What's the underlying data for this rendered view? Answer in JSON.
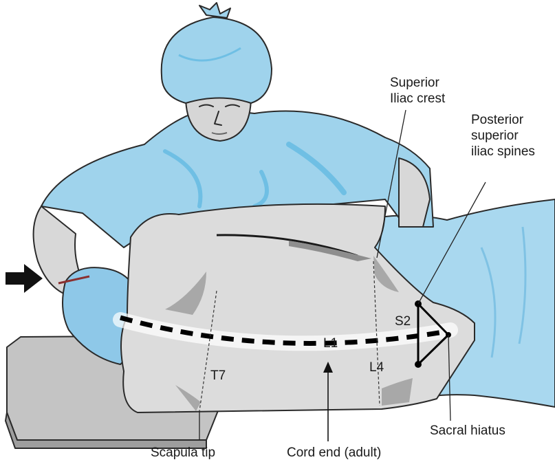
{
  "labels": {
    "superior_iliac_crest": [
      "Superior",
      "Iliac crest"
    ],
    "posterior_superior_iliac_spines": [
      "Posterior",
      "superior",
      "iliac spines"
    ],
    "s2": "S2",
    "l1": "L1",
    "l4": "L4",
    "t7": "T7",
    "scapula_tip": "Scapula tip",
    "cord_end": "Cord end (adult)",
    "sacral_hiatus": "Sacral hiatus"
  },
  "colors": {
    "scrubs": "#9fd3ec",
    "scrubs_shade": "#5fb6e0",
    "skin": "#dadada",
    "skin_shade": "#a8a8a8",
    "drape": "#a9d8ef",
    "table": "#bdbdbd",
    "outline": "#2a2a2a",
    "glove": "#8ec8e8"
  }
}
